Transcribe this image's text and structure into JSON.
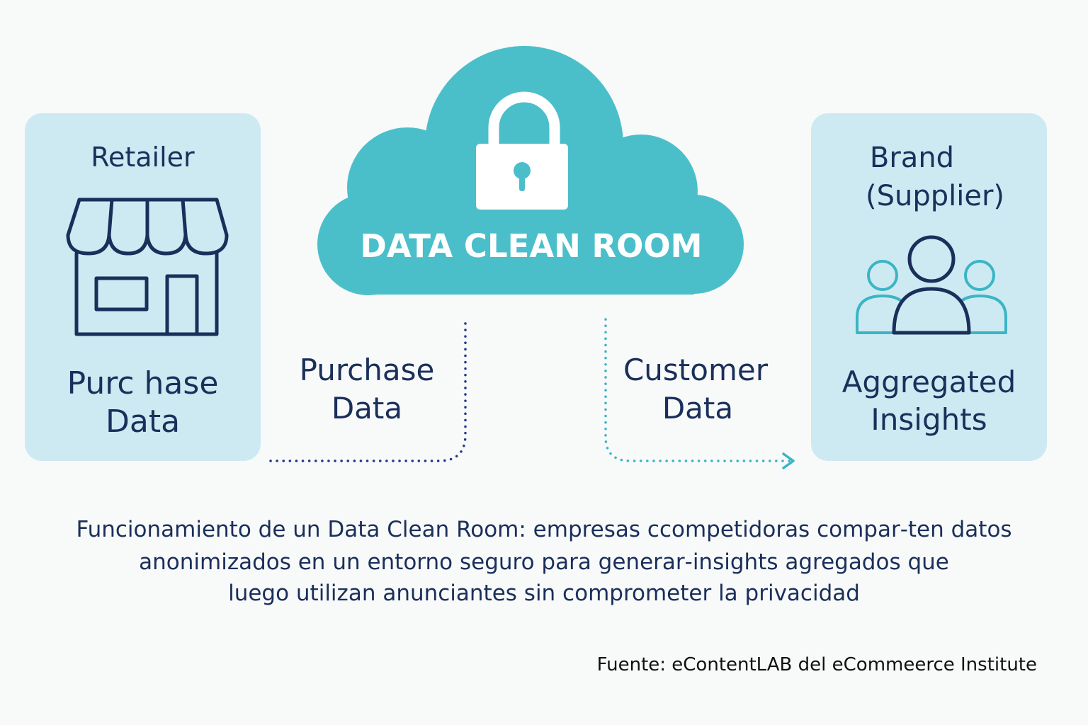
{
  "left_card": {
    "title": "Retailer",
    "icon": "storefront-icon",
    "label_line1": "Purc hase",
    "label_line2": "Data"
  },
  "cloud": {
    "title": "DATA CLEAN ROOM",
    "icon": "padlock-icon"
  },
  "right_card": {
    "title_line1": "Brand",
    "title_line2": "(Supplier)",
    "icon": "user-group-icon",
    "label_line1": "Aggregated",
    "label_line2": "Insights"
  },
  "flows": {
    "left_line1": "Purchase",
    "left_line2": "Data",
    "right_line1": "Customer",
    "right_line2": "Data"
  },
  "caption": {
    "line1": "Funcionamiento de un Data Clean Room: empresas ccompetidoras compar‑ten datos",
    "line2": "anonimizados en un entorno seguro para generar‑insights agregados que",
    "line3": "luego utilizan anunciantes sin comprometer la privacidad"
  },
  "source": "Fuente: eContentLAB del eCommeerce Institute",
  "colors": {
    "card_bg": "#cdeaf3",
    "cloud": "#4abfca",
    "navy": "#1a2f5a",
    "teal_line": "#3bb5c4",
    "dark_dotted": "#1e3a8a"
  }
}
